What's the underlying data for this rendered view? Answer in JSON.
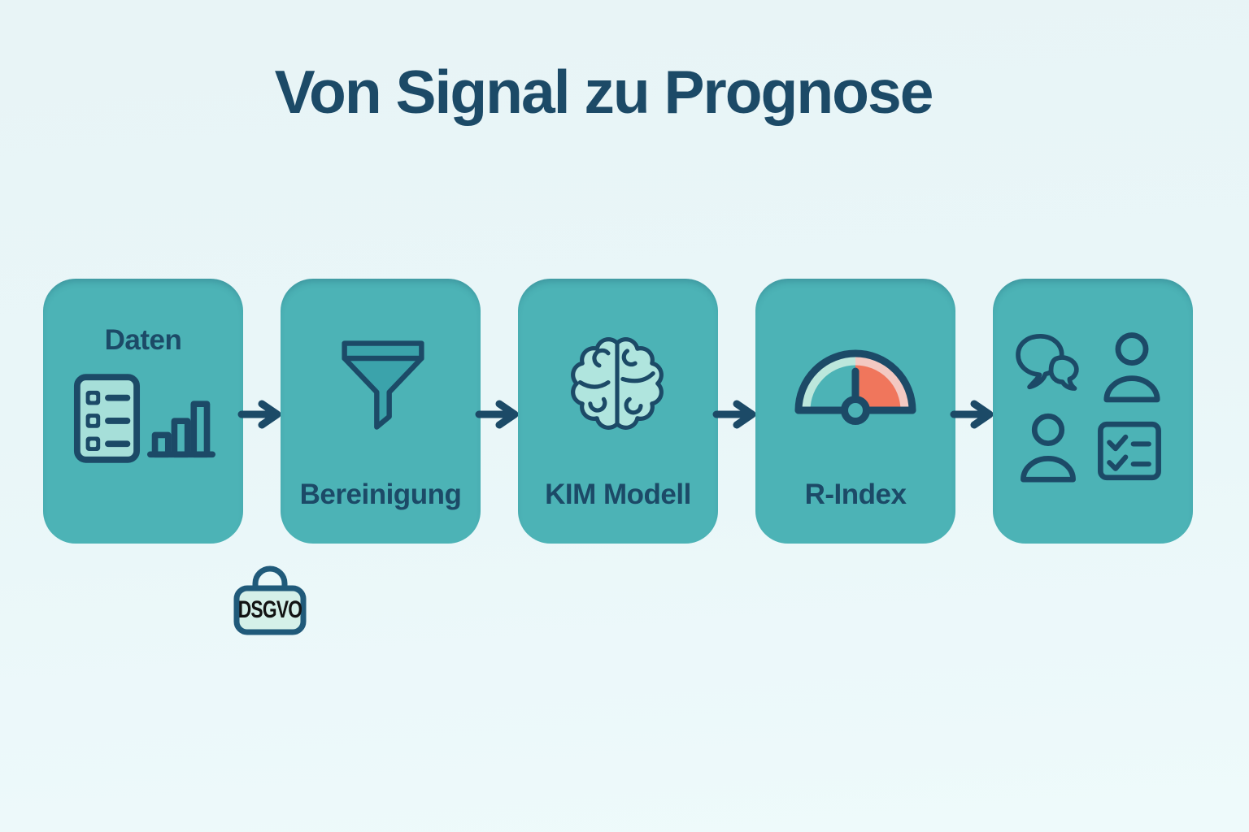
{
  "title": "Von Signal zu Prognose",
  "flow": {
    "steps": [
      {
        "label": "Daten",
        "label_position": "top",
        "icons": [
          "document-checklist-icon",
          "bar-chart-icon"
        ]
      },
      {
        "label": "Bereinigung",
        "label_position": "bottom",
        "icons": [
          "funnel-icon"
        ]
      },
      {
        "label": "KIM Modell",
        "label_position": "bottom",
        "icons": [
          "brain-icon"
        ]
      },
      {
        "label": "R-Index",
        "label_position": "bottom",
        "icons": [
          "gauge-icon"
        ]
      },
      {
        "label": "",
        "label_position": "none",
        "icons": [
          "chat-bubbles-icon",
          "user-icon",
          "user-icon",
          "checklist-icon"
        ]
      }
    ],
    "dsgvo_badge": {
      "label": "DSGVO",
      "icon": "lock-icon"
    }
  },
  "colors": {
    "background_top": "#e8f4f6",
    "background_bottom": "#eefafb",
    "box_teal": "#4cb3b6",
    "deep_teal": "#3ba3ab",
    "navy": "#1c4a67",
    "icon_light": "#a6dfd9",
    "brain_fill": "#b0e5de",
    "mint_band": "#bce7dc",
    "pink_band": "#f3c9c2",
    "coral": "#f0765c",
    "lock_fill": "#d5f0e9",
    "lock_stroke": "#205a7a",
    "lock_text": "#131313"
  }
}
